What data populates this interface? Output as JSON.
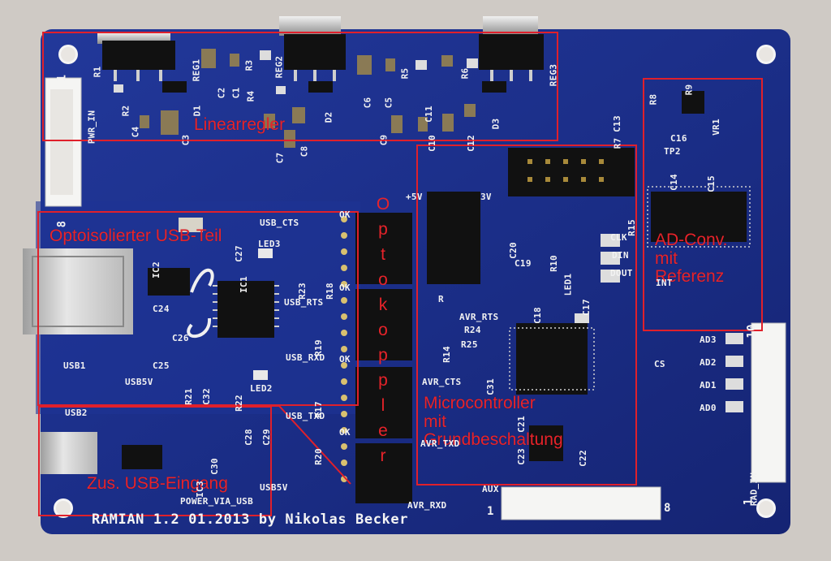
{
  "photo": {
    "board_color": "#1b2d86",
    "annotation_color": "#e0202b"
  },
  "annotations": {
    "linearregler": "Linearregler",
    "usb_opto": "Optoisolierter USB-Teil",
    "ad_conv": "AD-Conv.\nmit\nReferenz",
    "microcontroller": "Microcontroller\nmit\nGrundbeschaltung",
    "zus_usb": "Zus. USB-Eingang",
    "optokoppler_letters": [
      "O",
      "p",
      "t",
      "o",
      "k",
      "o",
      "p",
      "p",
      "l",
      "e",
      "r"
    ]
  },
  "silkscreen": {
    "footer": "RAMIAN 1.2 01.2013 by Nikolas Becker",
    "labels": {
      "r1": "R1",
      "reg1": "REG1",
      "r3": "R3",
      "reg2": "REG2",
      "r5": "R5",
      "r6": "R6",
      "reg3": "REG3",
      "r2": "R2",
      "d1": "D1",
      "c2": "C2",
      "c1": "C1",
      "r4": "R4",
      "d2": "D2",
      "c6": "C6",
      "c5": "C5",
      "c11": "C11",
      "d3": "D3",
      "c4": "C4",
      "c3": "C3",
      "c7": "C7",
      "c8": "C8",
      "c9": "C9",
      "c10": "C10",
      "c12": "C12",
      "c13": "C13",
      "r7": "R7",
      "r8": "R8",
      "r9": "R9",
      "vr1": "VR1",
      "c16": "C16",
      "tp2": "TP2",
      "c14": "C14",
      "c15": "C15",
      "pwr_in": "PWR_IN",
      "one_a": "1",
      "eight_a": "8",
      "plus5v": "+5V",
      "v3": "3V",
      "r15": "R15",
      "usb_cts": "USB_CTS",
      "ok1": "OK",
      "c27": "C27",
      "led3": "LED3",
      "ic2": "IC2",
      "ic1": "IC1",
      "r23": "R23",
      "r18": "R18",
      "ok2": "OK",
      "usb_rts": "USB_RTS",
      "c24": "C24",
      "c26": "C26",
      "r19": "R19",
      "usb_rxd": "USB_RXD",
      "ok3": "OK",
      "usb1": "USB1",
      "c25": "C25",
      "usb5v": "USB5V",
      "r21": "R21",
      "c32": "C32",
      "r22": "R22",
      "led2": "LED2",
      "r17": "R17",
      "usb_txd": "USB_TXD",
      "ok4": "OK",
      "r20": "R20",
      "c20": "C20",
      "c19": "C19",
      "r10": "R10",
      "led1": "LED1",
      "clk": "CLK",
      "din": "DIN",
      "dout": "DOUT",
      "int": "INT",
      "c17": "C17",
      "c18": "C18",
      "r_avr": "R",
      "avr_rts": "AVR_RTS",
      "r24": "R24",
      "r14": "R14",
      "r25": "R25",
      "c31": "C31",
      "cs": "CS",
      "avr_cts": "AVR_CTS",
      "c21": "C21",
      "avr_txd": "AVR_TXD",
      "c23": "C23",
      "c22": "C22",
      "ad3": "AD3",
      "ad2": "AD2",
      "ad1": "AD1",
      "ad0": "AD0",
      "ten": "10",
      "rad_in": "RAD_IN",
      "one_b": "1",
      "usb2": "USB2",
      "c28": "C28",
      "c29": "C29",
      "c30": "C30",
      "ic3": "IC3",
      "usb5v_b": "USB5V",
      "power_via_usb": "POWER_VIA_USB",
      "aux": "AUX",
      "one_c": "1",
      "eight_c": "8",
      "avr_rxd": "AVR_RXD"
    }
  }
}
